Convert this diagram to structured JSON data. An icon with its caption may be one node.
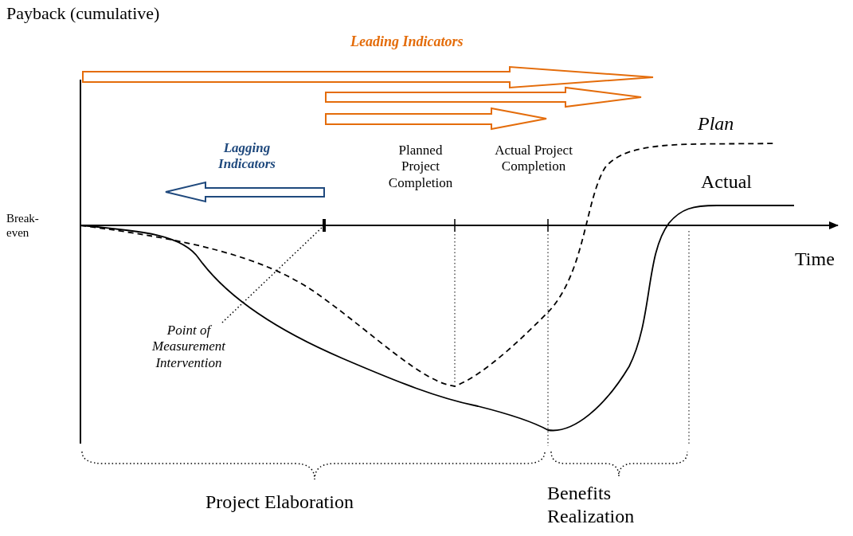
{
  "diagram": {
    "nodes": [
      {
        "text": [
          "Point of Measurement Intervention"
        ]
      },
      {
        "text": [],
        "shape": "tick"
      }
    ],
    "edges": [
      {
        "from": 0,
        "to": 1,
        "arrow": "none"
      }
    ],
    "labels": [
      "Payback (cumulative)",
      "Leading Indicators",
      "Lagging Indicators",
      "Planned Project Completion",
      "Actual Project Completion",
      "Plan",
      "Actual",
      "Break-even",
      "Time",
      "Project Elaboration",
      "Benefits Realization"
    ]
  }
}
